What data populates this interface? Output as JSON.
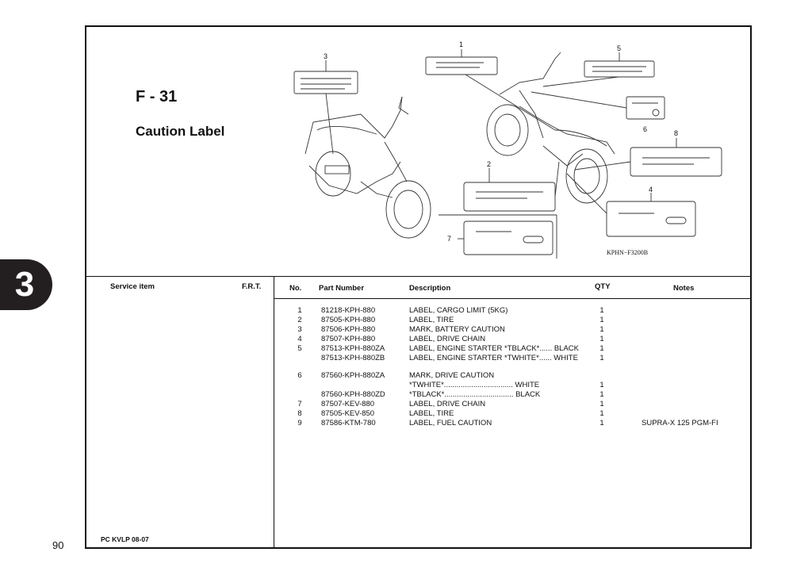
{
  "section": {
    "code": "F - 31",
    "title": "Caution Label",
    "tab_number": "3",
    "page_number": "90"
  },
  "figure": {
    "ref_code": "KPHN−F3200B",
    "callouts": [
      "1",
      "2",
      "3",
      "4",
      "5",
      "6",
      "7",
      "8"
    ]
  },
  "table": {
    "headers": {
      "service_item": "Service item",
      "frt": "F.R.T.",
      "no": "No.",
      "part_number": "Part Number",
      "description": "Description",
      "qty": "QTY",
      "notes": "Notes"
    },
    "rows": [
      {
        "no": "1",
        "part": "81218-KPH-880",
        "desc": "LABEL, CARGO LIMIT (5KG)",
        "qty": "1",
        "note": ""
      },
      {
        "no": "2",
        "part": "87505-KPH-880",
        "desc": "LABEL, TIRE",
        "qty": "1",
        "note": ""
      },
      {
        "no": "3",
        "part": "87506-KPH-880",
        "desc": "MARK, BATTERY CAUTION",
        "qty": "1",
        "note": ""
      },
      {
        "no": "4",
        "part": "87507-KPH-880",
        "desc": "LABEL, DRIVE CHAIN",
        "qty": "1",
        "note": ""
      },
      {
        "no": "5",
        "part": "87513-KPH-880ZA",
        "desc": "LABEL, ENGINE STARTER  *TBLACK*...... BLACK",
        "qty": "1",
        "note": ""
      },
      {
        "no": "",
        "part": "87513-KPH-880ZB",
        "desc": "LABEL, ENGINE STARTER  *TWHITE*...... WHITE",
        "qty": "1",
        "note": ""
      },
      {
        "no": "6",
        "part": "87560-KPH-880ZA",
        "desc": "MARK, DRIVE CAUTION",
        "qty": "",
        "note": ""
      },
      {
        "no": "",
        "part": "",
        "desc": "*TWHITE*................................. WHITE",
        "qty": "1",
        "note": ""
      },
      {
        "no": "",
        "part": "87560-KPH-880ZD",
        "desc": "*TBLACK*................................. BLACK",
        "qty": "1",
        "note": ""
      },
      {
        "no": "7",
        "part": "87507-KEV-880",
        "desc": "LABEL, DRIVE CHAIN",
        "qty": "1",
        "note": ""
      },
      {
        "no": "8",
        "part": "87505-KEV-850",
        "desc": "LABEL, TIRE",
        "qty": "1",
        "note": ""
      },
      {
        "no": "9",
        "part": "87586-KTM-780",
        "desc": "LABEL, FUEL CAUTION",
        "qty": "1",
        "note": "SUPRA-X 125 PGM-FI"
      }
    ]
  },
  "footer": {
    "code": "PC KVLP 08-07"
  }
}
